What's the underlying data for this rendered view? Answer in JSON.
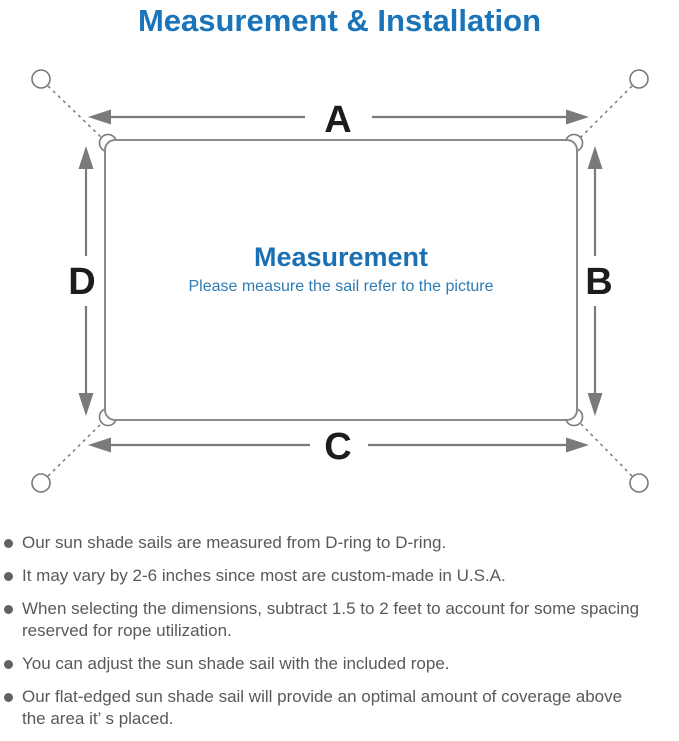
{
  "title": "Measurement & Installation",
  "diagram": {
    "heading": "Measurement",
    "subtitle": "Please measure the sail refer to the picture",
    "labels": {
      "top": "A",
      "right": "B",
      "bottom": "C",
      "left": "D"
    }
  },
  "bullets": [
    "Our sun shade sails are measured from D-ring to D-ring.",
    "It may vary by 2-6 inches since most are custom-made in U.S.A.",
    "When selecting the dimensions, subtract 1.5 to 2 feet to account for some spacing\nreserved for rope utilization.",
    "You can adjust the sun shade sail with the included rope.",
    "Our flat-edged sun shade sail will provide an optimal amount of coverage above\nthe area it’ s placed."
  ],
  "theme": {
    "title_blue": "#1a74ba",
    "heading_blue": "#1a70b2",
    "subtitle_blue": "#2d7cb5",
    "line_gray": "#7a7a7a",
    "border_gray": "#8a8a8a",
    "label_black": "#1c1c1c",
    "text_gray": "#595959",
    "dot_gray": "#616161"
  }
}
